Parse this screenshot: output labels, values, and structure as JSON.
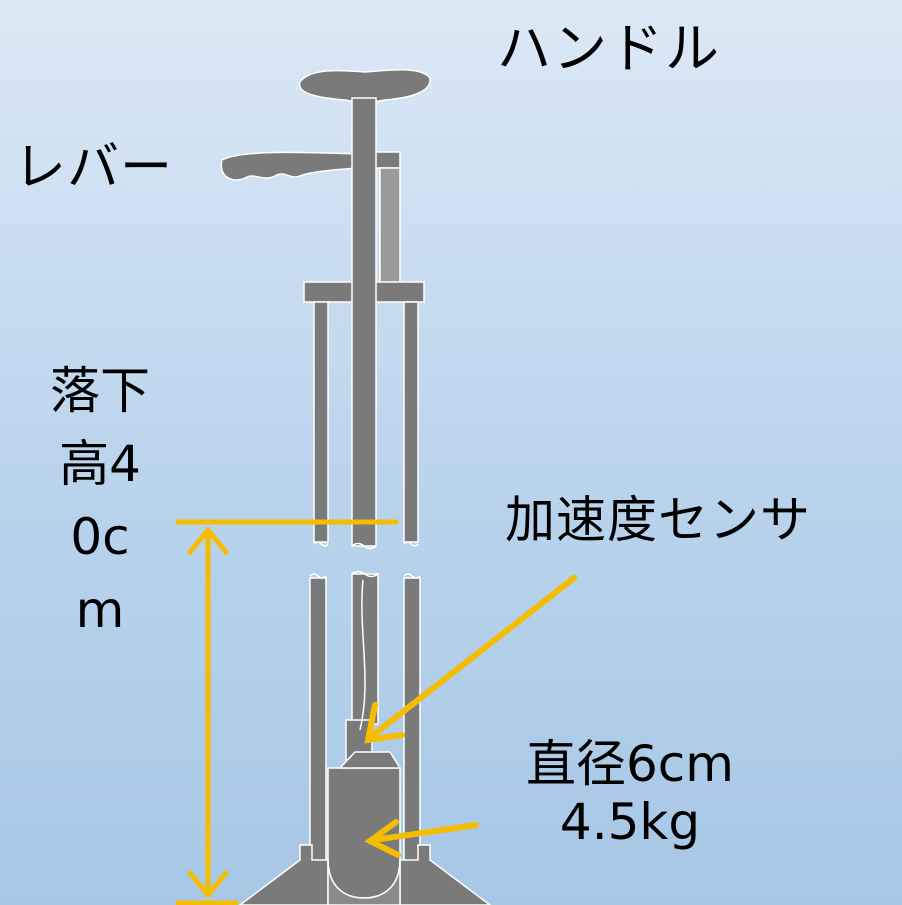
{
  "labels": {
    "handle": "ハンドル",
    "lever": "レバー",
    "drop_height": "落下高40cm",
    "sensor": "加速度センサ",
    "weight_diameter": "直径6cm",
    "weight_mass": "4.5kg"
  },
  "colors": {
    "apparatus": "#7a7a7a",
    "arrow": "#f5bd00",
    "outline": "#ffffff"
  }
}
